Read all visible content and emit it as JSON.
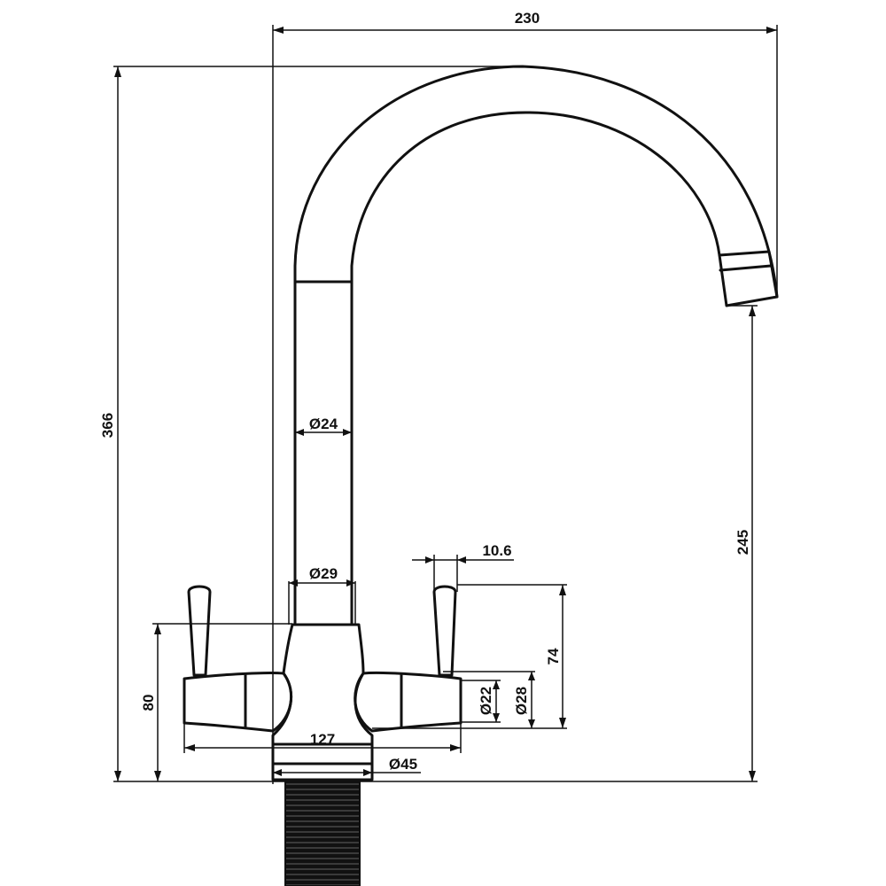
{
  "diagram": {
    "line_color": "#111111",
    "background": "#ffffff",
    "dimensions": {
      "overall_width": "230",
      "overall_height": "366",
      "spout_height": "245",
      "spout_diameter": "Ø24",
      "column_diameter": "Ø29",
      "handle_offset": "10.6",
      "handle_height": "74",
      "body_height": "80",
      "body_width": "127",
      "base_diameter": "Ø45",
      "handle_hub_diameter": "Ø22",
      "handle_outer_diameter": "Ø28"
    }
  }
}
